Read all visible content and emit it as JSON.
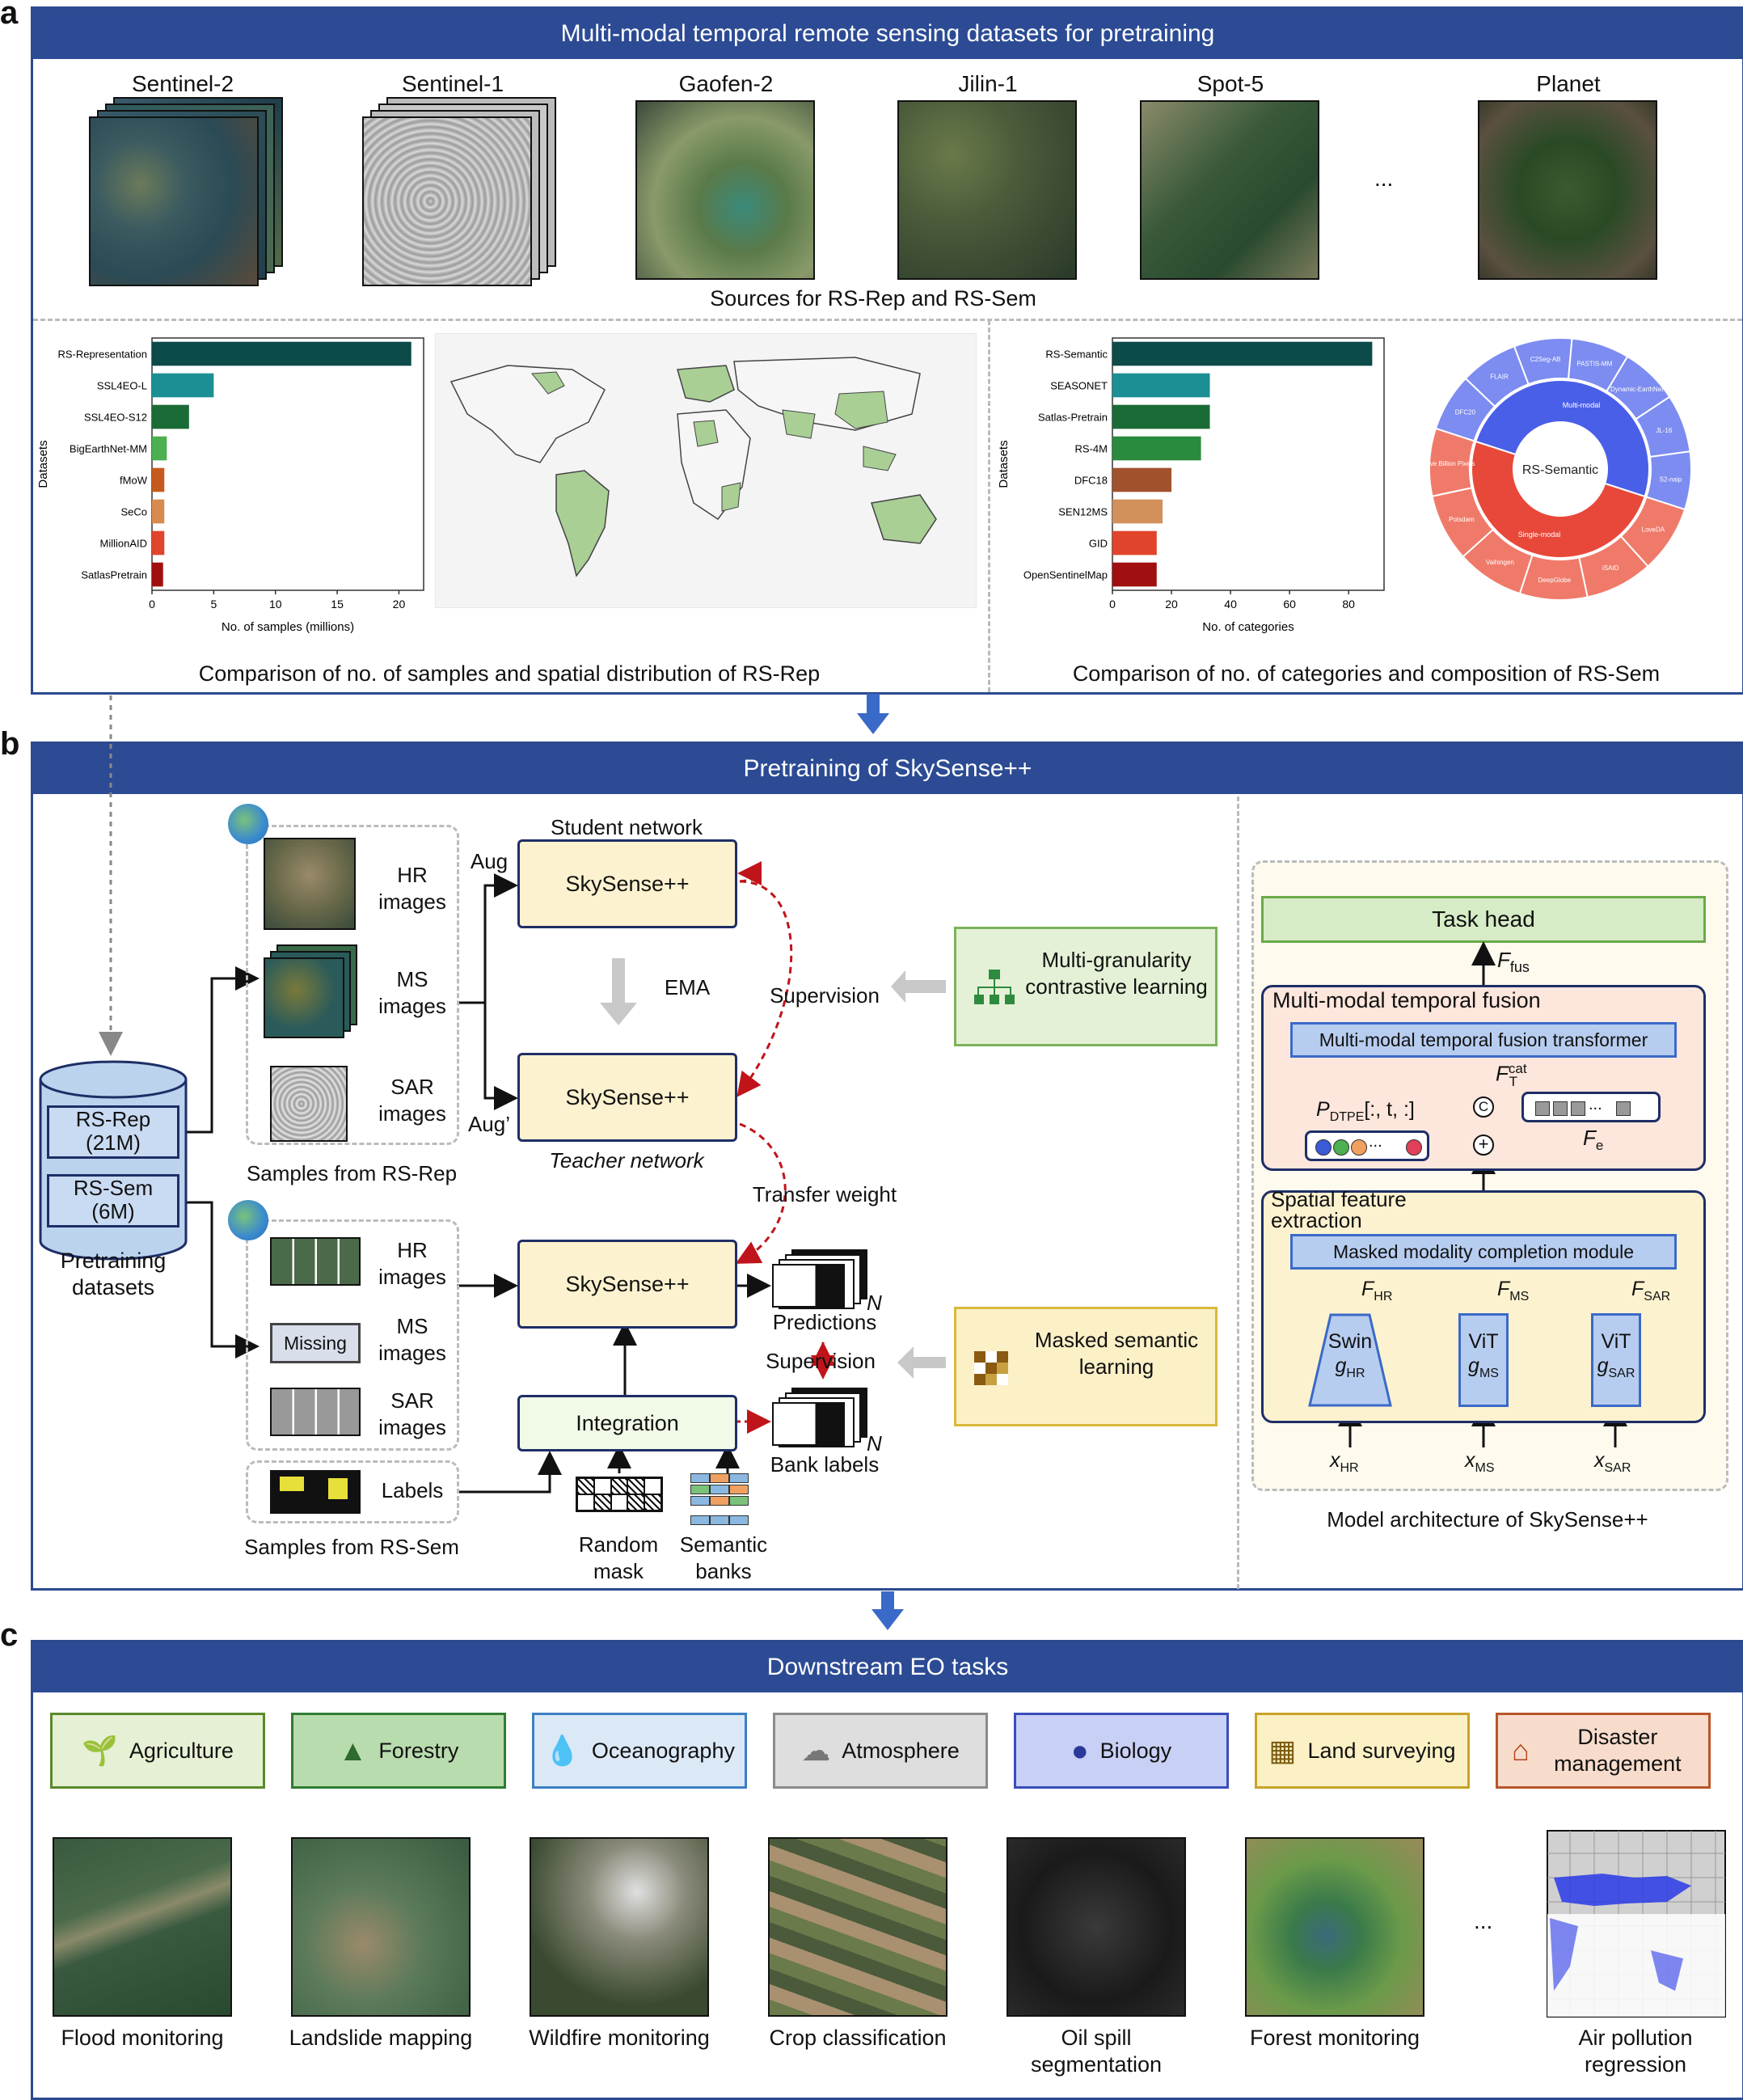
{
  "panels": {
    "a": "a",
    "b": "b",
    "c": "c"
  },
  "panel_a": {
    "banner": "Multi-modal temporal remote sensing datasets for pretraining",
    "sources": [
      "Sentinel-2",
      "Sentinel-1",
      "Gaofen-2",
      "Jilin-1",
      "Spot-5",
      "Planet"
    ],
    "ellipsis": "...",
    "sources_caption": "Sources for RS-Rep and RS-Sem",
    "rep_caption": "Comparison of no. of samples and spatial distribution of RS-Rep",
    "sem_caption": "Comparison of no. of categories and composition of RS-Sem"
  },
  "chart_data": [
    {
      "type": "bar",
      "orientation": "horizontal",
      "categories": [
        "RS-Representation",
        "SSL4EO-L",
        "SSL4EO-S12",
        "BigEarthNet-MM",
        "fMoW",
        "SeCo",
        "MillionAID",
        "SatlasPretrain"
      ],
      "values": [
        21,
        5,
        3,
        1.2,
        1,
        1,
        1,
        0.9
      ],
      "colors": [
        "#0d4a4a",
        "#1b8f94",
        "#1b6b37",
        "#4caf50",
        "#c65a1e",
        "#d98a50",
        "#e0442a",
        "#a01010"
      ],
      "xlabel": "No. of samples (millions)",
      "ylabel": "Datasets",
      "xlim": [
        0,
        22
      ],
      "xticks": [
        "0",
        "5",
        "10",
        "15",
        "20"
      ],
      "xtick_values": [
        0,
        5,
        10,
        15,
        20
      ]
    },
    {
      "type": "bar",
      "orientation": "horizontal",
      "categories": [
        "RS-Semantic",
        "SEASONET",
        "Satlas-Pretrain",
        "RS-4M",
        "DFC18",
        "SEN12MS",
        "GID",
        "OpenSentinelMap"
      ],
      "values": [
        88,
        33,
        33,
        30,
        20,
        17,
        15,
        15
      ],
      "colors": [
        "#0d4a4a",
        "#1b8f94",
        "#1b6b37",
        "#2a8a3e",
        "#a0522d",
        "#d2905a",
        "#e0442a",
        "#a01010"
      ],
      "xlabel": "No. of categories",
      "ylabel": "Datasets",
      "xlim": [
        0,
        92
      ],
      "xticks": [
        "0",
        "20",
        "40",
        "60",
        "80"
      ],
      "xtick_values": [
        0,
        20,
        40,
        60,
        80
      ]
    },
    {
      "type": "pie",
      "center_label": "RS-Semantic",
      "inner": [
        {
          "label": "Multi-modal",
          "value": 1,
          "color": "#4a5fe8"
        },
        {
          "label": "Single-modal",
          "value": 1,
          "color": "#e8483a"
        }
      ],
      "outer": [
        {
          "label": "DFC20",
          "value": 1,
          "color": "#7c8cf0",
          "group": "Multi-modal"
        },
        {
          "label": "FLAIR",
          "value": 1,
          "color": "#7c8cf0",
          "group": "Multi-modal"
        },
        {
          "label": "C2Seg-AB",
          "value": 1,
          "color": "#7c8cf0",
          "group": "Multi-modal"
        },
        {
          "label": "PASTIS-MM",
          "value": 1,
          "color": "#7c8cf0",
          "group": "Multi-modal"
        },
        {
          "label": "Dynamic-EarthNet",
          "value": 1,
          "color": "#7c8cf0",
          "group": "Multi-modal"
        },
        {
          "label": "LoveDA",
          "value": 1,
          "color": "#f07a6a",
          "group": "Single-modal"
        },
        {
          "label": "iSAID",
          "value": 1,
          "color": "#f07a6a",
          "group": "Single-modal"
        },
        {
          "label": "DeepGlobe",
          "value": 1,
          "color": "#f07a6a",
          "group": "Single-modal"
        },
        {
          "label": "Vaihingen",
          "value": 1,
          "color": "#f07a6a",
          "group": "Single-modal"
        },
        {
          "label": "Potsdam",
          "value": 1,
          "color": "#f07a6a",
          "group": "Single-modal"
        },
        {
          "label": "Five Billion Pixels",
          "value": 1,
          "color": "#f07a6a",
          "group": "Single-modal"
        },
        {
          "label": "JL-16",
          "value": 1,
          "color": "#7c8cf0",
          "group": "Multi-modal"
        },
        {
          "label": "S2-naip",
          "value": 1,
          "color": "#7c8cf0",
          "group": "Multi-modal"
        }
      ]
    }
  ],
  "panel_b": {
    "banner": "Pretraining of SkySense++",
    "db_items": [
      "RS-Rep\n(21M)",
      "RS-Sem\n(6M)"
    ],
    "db_caption": "Pretraining datasets",
    "rep_samples": [
      "HR images",
      "MS images",
      "SAR images"
    ],
    "rep_caption": "Samples from RS-Rep",
    "sem_samples": [
      "HR images",
      "MS images",
      "SAR images"
    ],
    "missing": "Missing",
    "labels": "Labels",
    "sem_caption": "Samples from RS-Sem",
    "student_title": "Student network",
    "teacher_title": "Teacher network",
    "skysense": "SkySense++",
    "aug": "Aug",
    "aug2": "Aug’",
    "ema": "EMA",
    "supervision": "Supervision",
    "transfer": "Transfer weight",
    "integration": "Integration",
    "random_mask": "Random mask",
    "semantic_banks": "Semantic banks",
    "predictions": "Predictions",
    "bank_labels": "Bank labels",
    "n": "N",
    "mgcl": "Multi-granularity contrastive learning",
    "msl": "Masked semantic learning",
    "arch": {
      "task_head": "Task head",
      "f_fus": "F",
      "f_fus_sub": "fus",
      "fusion_title": "Multi-modal temporal fusion",
      "fusion_transformer": "Multi-modal temporal fusion transformer",
      "f_t_cat": "F",
      "f_t_cat_sub": "T",
      "f_t_cat_sup": "cat",
      "p_dtpe": "P",
      "p_dtpe_sub": "DTPE",
      "p_dtpe_idx": "[:, t, :]",
      "f_e": "F",
      "f_e_sub": "e",
      "spatial_title": "Spatial feature extraction",
      "f_t": "F",
      "f_t_sub": "T",
      "mmcm": "Masked modality completion module",
      "f_hr": "F",
      "f_hr_sub": "HR",
      "f_ms": "F",
      "f_ms_sub": "MS",
      "f_sar": "F",
      "f_sar_sub": "SAR",
      "swin": "Swin",
      "vit": "ViT",
      "g": "g",
      "sub_hr": "HR",
      "sub_ms": "MS",
      "sub_sar": "SAR",
      "x": "x",
      "caption": "Model architecture of SkySense++",
      "c": "C",
      "plus": "+",
      "dots": "..."
    }
  },
  "panel_c": {
    "banner": "Downstream EO tasks",
    "domains": [
      {
        "label": "Agriculture",
        "icon": "sprout-icon",
        "border": "#5a8a2a",
        "bg": "#e6f0d4",
        "color": "#4a7a22"
      },
      {
        "label": "Forestry",
        "icon": "tree-icon",
        "border": "#2e7d32",
        "bg": "#b9dcae",
        "color": "#2e6b2e"
      },
      {
        "label": "Oceanography",
        "icon": "droplet-icon",
        "border": "#3c7fc4",
        "bg": "#dbe9f7",
        "color": "#2f6fb8"
      },
      {
        "label": "Atmosphere",
        "icon": "cloud-icon",
        "border": "#8a8a8a",
        "bg": "#dedede",
        "color": "#777777"
      },
      {
        "label": "Biology",
        "icon": "hippo-icon",
        "border": "#3a4db8",
        "bg": "#c8d0f5",
        "color": "#2b3a9a"
      },
      {
        "label": "Land surveying",
        "icon": "map-icon",
        "border": "#c9a227",
        "bg": "#fbf1c4",
        "color": "#7a5a10"
      },
      {
        "label": "Disaster management",
        "icon": "flood-house-icon",
        "border": "#b8552a",
        "bg": "#f8dccb",
        "color": "#b04418"
      }
    ],
    "tasks": [
      "Flood monitoring",
      "Landslide mapping",
      "Wildfire monitoring",
      "Crop classification",
      "Oil spill segmentation",
      "Forest monitoring",
      "Air pollution regression"
    ],
    "ellipsis": "..."
  }
}
